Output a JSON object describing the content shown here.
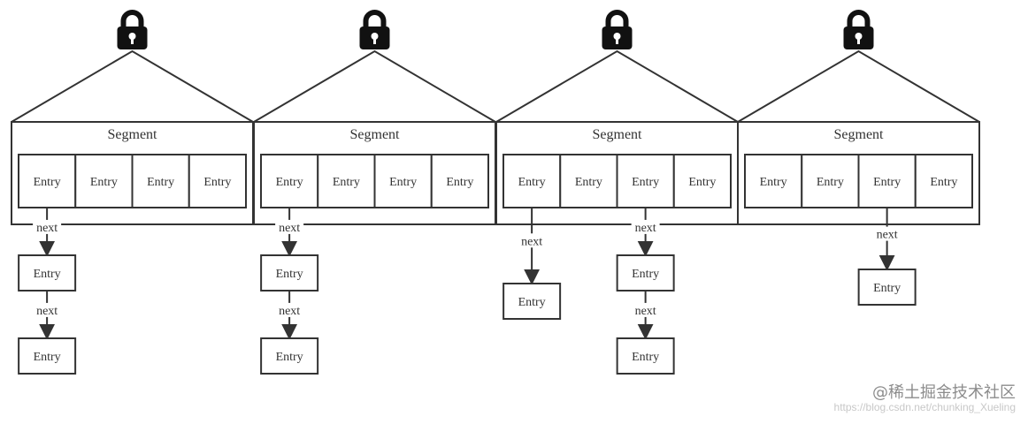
{
  "diagram": {
    "segments": [
      {
        "label": "Segment",
        "entries": [
          "Entry",
          "Entry",
          "Entry",
          "Entry"
        ]
      },
      {
        "label": "Segment",
        "entries": [
          "Entry",
          "Entry",
          "Entry",
          "Entry"
        ]
      },
      {
        "label": "Segment",
        "entries": [
          "Entry",
          "Entry",
          "Entry",
          "Entry"
        ]
      },
      {
        "label": "Segment",
        "entries": [
          "Entry",
          "Entry",
          "Entry",
          "Entry"
        ]
      }
    ],
    "chains": [
      {
        "segment": 0,
        "entry": 0,
        "links": [
          {
            "edge": "next",
            "node": "Entry"
          },
          {
            "edge": "next",
            "node": "Entry"
          }
        ]
      },
      {
        "segment": 1,
        "entry": 0,
        "links": [
          {
            "edge": "next",
            "node": "Entry"
          },
          {
            "edge": "next",
            "node": "Entry"
          }
        ]
      },
      {
        "segment": 2,
        "entry": 0,
        "links": [
          {
            "edge": "next",
            "node": "Entry"
          }
        ]
      },
      {
        "segment": 2,
        "entry": 2,
        "links": [
          {
            "edge": "next",
            "node": "Entry"
          },
          {
            "edge": "next",
            "node": "Entry"
          }
        ]
      },
      {
        "segment": 3,
        "entry": 2,
        "links": [
          {
            "edge": "next",
            "node": "Entry"
          }
        ]
      }
    ],
    "lock_icon": "lock-icon"
  },
  "watermark": {
    "brand": "@稀土掘金技术社区",
    "url": "https://blog.csdn.net/chunking_Xueling"
  },
  "colors": {
    "stroke": "#333333",
    "text": "#333333"
  }
}
